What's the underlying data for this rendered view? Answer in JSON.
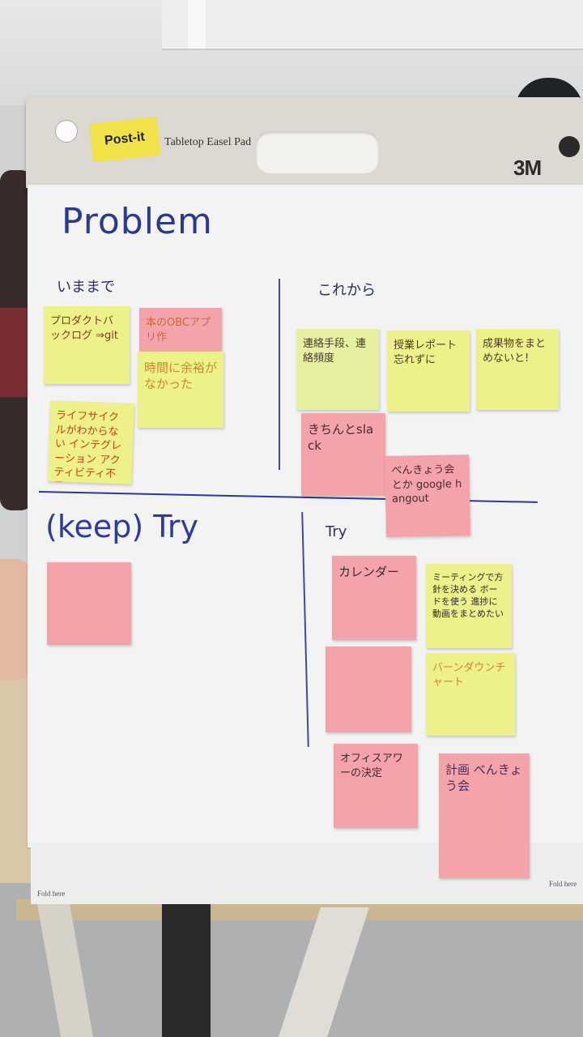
{
  "pad": {
    "brand_logo": "Post-it",
    "product": "Tabletop Easel Pad",
    "maker": "3M",
    "fold_left": "Fold here",
    "fold_right": "Fold here"
  },
  "board": {
    "title": "Problem",
    "section_past": "いままで",
    "section_future": "これから",
    "section_keep_try": "(keep) Try",
    "section_try": "Try"
  },
  "notes": {
    "n1": "プロダクトバックログ ⇒git",
    "n2": "本のOBCアプリ作",
    "n3": "時間に余裕がなかった",
    "n4": "ライフサイクルがわからない インテグレーション アクティビティ不足",
    "n5": "連絡手段、連絡頻度",
    "n6": "授業レポート忘れずに",
    "n7": "成果物をまとめないと!",
    "n8": "きちんとslack",
    "n9": "べんきょう会とか google hangout",
    "n10": "",
    "n11": "カレンダー",
    "n12": "ミーティングで方針を決める ボードを使う 進捗に動画をまとめたい",
    "n13": "",
    "n14": "バーンダウンチャート",
    "n15": "オフィスアワーの決定",
    "n16": "計画 べんきょう会"
  }
}
